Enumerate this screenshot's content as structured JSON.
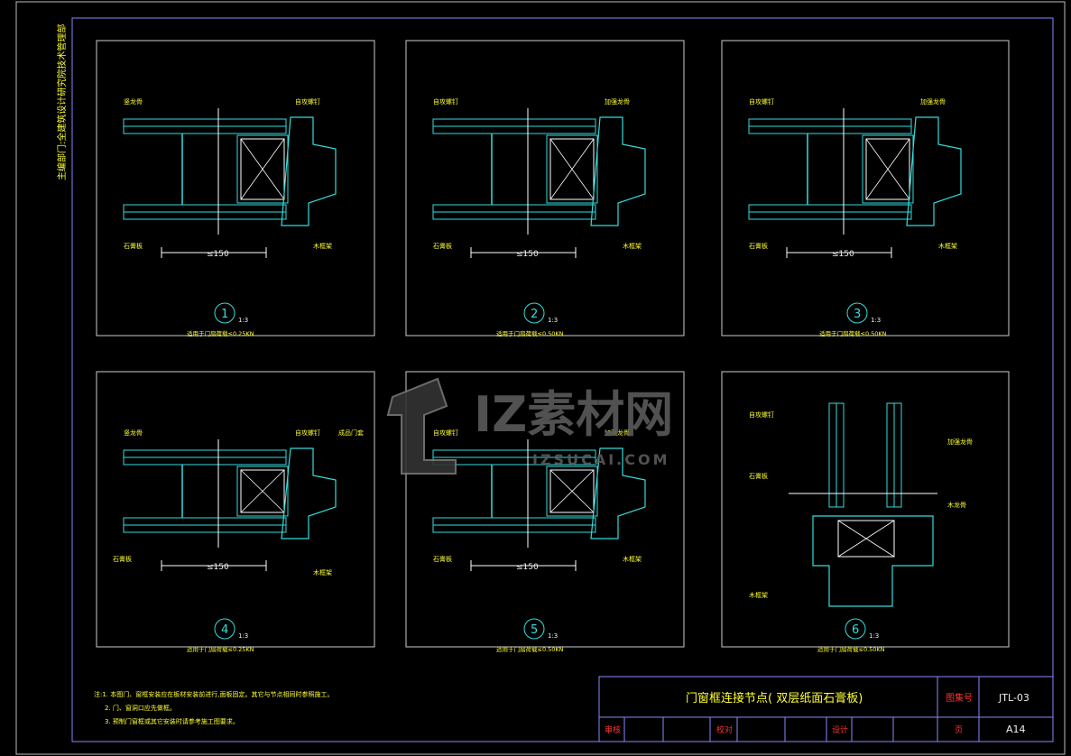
{
  "side_label": "主编部门:全建筑设计研究院技术管理部",
  "sheet": {
    "title": "门窗框连接节点( 双层纸面石膏板)",
    "set_label": "图集号",
    "set_no": "JTL-03",
    "page_label": "页",
    "page_no": "A14",
    "review_label": "审核",
    "check_label": "校对",
    "design_label": "设计"
  },
  "notes": [
    "注:1. 本图门、窗框安装应在板材安装前进行,面板固定。其它与节点相同时参照施工。",
    "2. 门、窗洞口应先做框。",
    "3. 预制门窗框或其它安装时请参考施工图要求。"
  ],
  "watermark": {
    "brand": "IZ素材网",
    "url": "IZSUCAI.COM"
  },
  "details": [
    {
      "number": "1",
      "scale": "1:3",
      "caption": "适用于门扇荷载≤0.25KN",
      "dim": "≤150",
      "labels": [
        "竖龙骨",
        "自攻螺钉",
        "石膏板",
        "木框架"
      ]
    },
    {
      "number": "2",
      "scale": "1:3",
      "caption": "适用于门扇荷载≤0.50KN",
      "dim": "≤150",
      "labels": [
        "自攻螺钉",
        "加强龙骨",
        "石膏板",
        "木框架"
      ]
    },
    {
      "number": "3",
      "scale": "1:3",
      "caption": "适用于门扇荷载≤0.50KN",
      "dim": "≤150",
      "labels": [
        "自攻螺钉",
        "加强龙骨",
        "石膏板",
        "木框架"
      ]
    },
    {
      "number": "4",
      "scale": "1:3",
      "caption": "适用于门扇荷载≤0.25KN",
      "dim": "≤150",
      "labels": [
        "竖龙骨",
        "自攻螺钉",
        "成品门套",
        "石膏板",
        "木框架"
      ]
    },
    {
      "number": "5",
      "scale": "1:3",
      "caption": "适用于门扇荷载≤0.50KN",
      "dim": "≤150",
      "labels": [
        "自攻螺钉",
        "加强龙骨",
        "石膏板",
        "木框架"
      ]
    },
    {
      "number": "6",
      "scale": "1:3",
      "caption": "适用于门扇荷载≤0.50KN",
      "dim": "",
      "labels": [
        "自攻螺钉",
        "加强龙骨",
        "石膏板",
        "木龙骨",
        "木框架"
      ]
    }
  ]
}
